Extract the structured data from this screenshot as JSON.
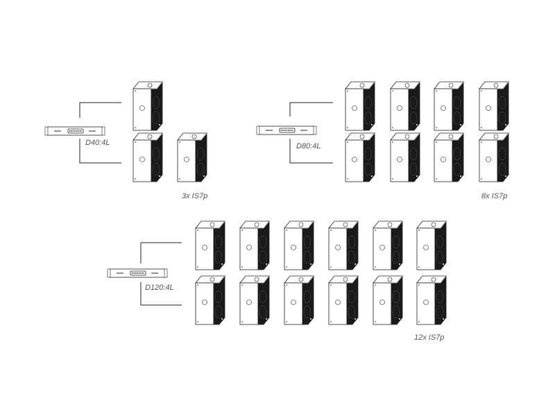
{
  "groups": [
    {
      "amplifier": "D40:4L",
      "speakers_label": "3x IS7p",
      "speaker_count": 3
    },
    {
      "amplifier": "D80:4L",
      "speakers_label": "8x IS7p",
      "speaker_count": 8
    },
    {
      "amplifier": "D120:4L",
      "speakers_label": "12x IS7p",
      "speaker_count": 12
    }
  ],
  "colors": {
    "line": "#222222",
    "speaker_side": "#1a1a1a",
    "label": "#555555"
  }
}
